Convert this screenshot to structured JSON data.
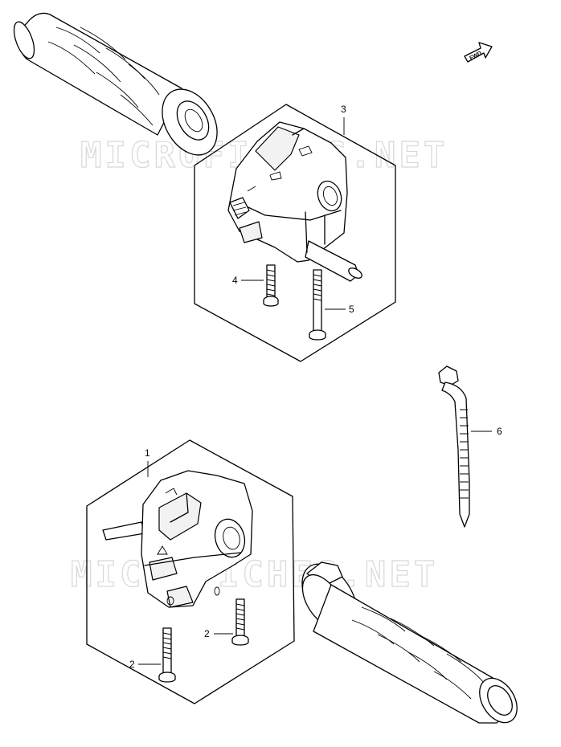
{
  "watermark": {
    "top": "MICROFICHES.NET",
    "bottom": "MICROFICHES.NET"
  },
  "fwd_arrow": {
    "label": "FWD",
    "icon": "fwd-arrow-icon"
  },
  "callouts": [
    {
      "id": "part-1",
      "label": "1"
    },
    {
      "id": "part-2a",
      "label": "2"
    },
    {
      "id": "part-2b",
      "label": "2"
    },
    {
      "id": "part-3",
      "label": "3"
    },
    {
      "id": "part-4",
      "label": "4"
    },
    {
      "id": "part-5",
      "label": "5"
    },
    {
      "id": "part-6",
      "label": "6"
    }
  ],
  "parts": [
    {
      "name": "left-switch-assembly",
      "icon": "handlebar-switch-icon"
    },
    {
      "name": "screw",
      "icon": "screw-icon"
    },
    {
      "name": "right-switch-assembly",
      "icon": "handlebar-switch-icon"
    },
    {
      "name": "short-screw",
      "icon": "screw-icon"
    },
    {
      "name": "long-screw",
      "icon": "screw-icon"
    },
    {
      "name": "cable-tie",
      "icon": "cable-tie-icon"
    },
    {
      "name": "left-grip",
      "icon": "grip-icon"
    },
    {
      "name": "right-grip",
      "icon": "grip-icon"
    }
  ]
}
